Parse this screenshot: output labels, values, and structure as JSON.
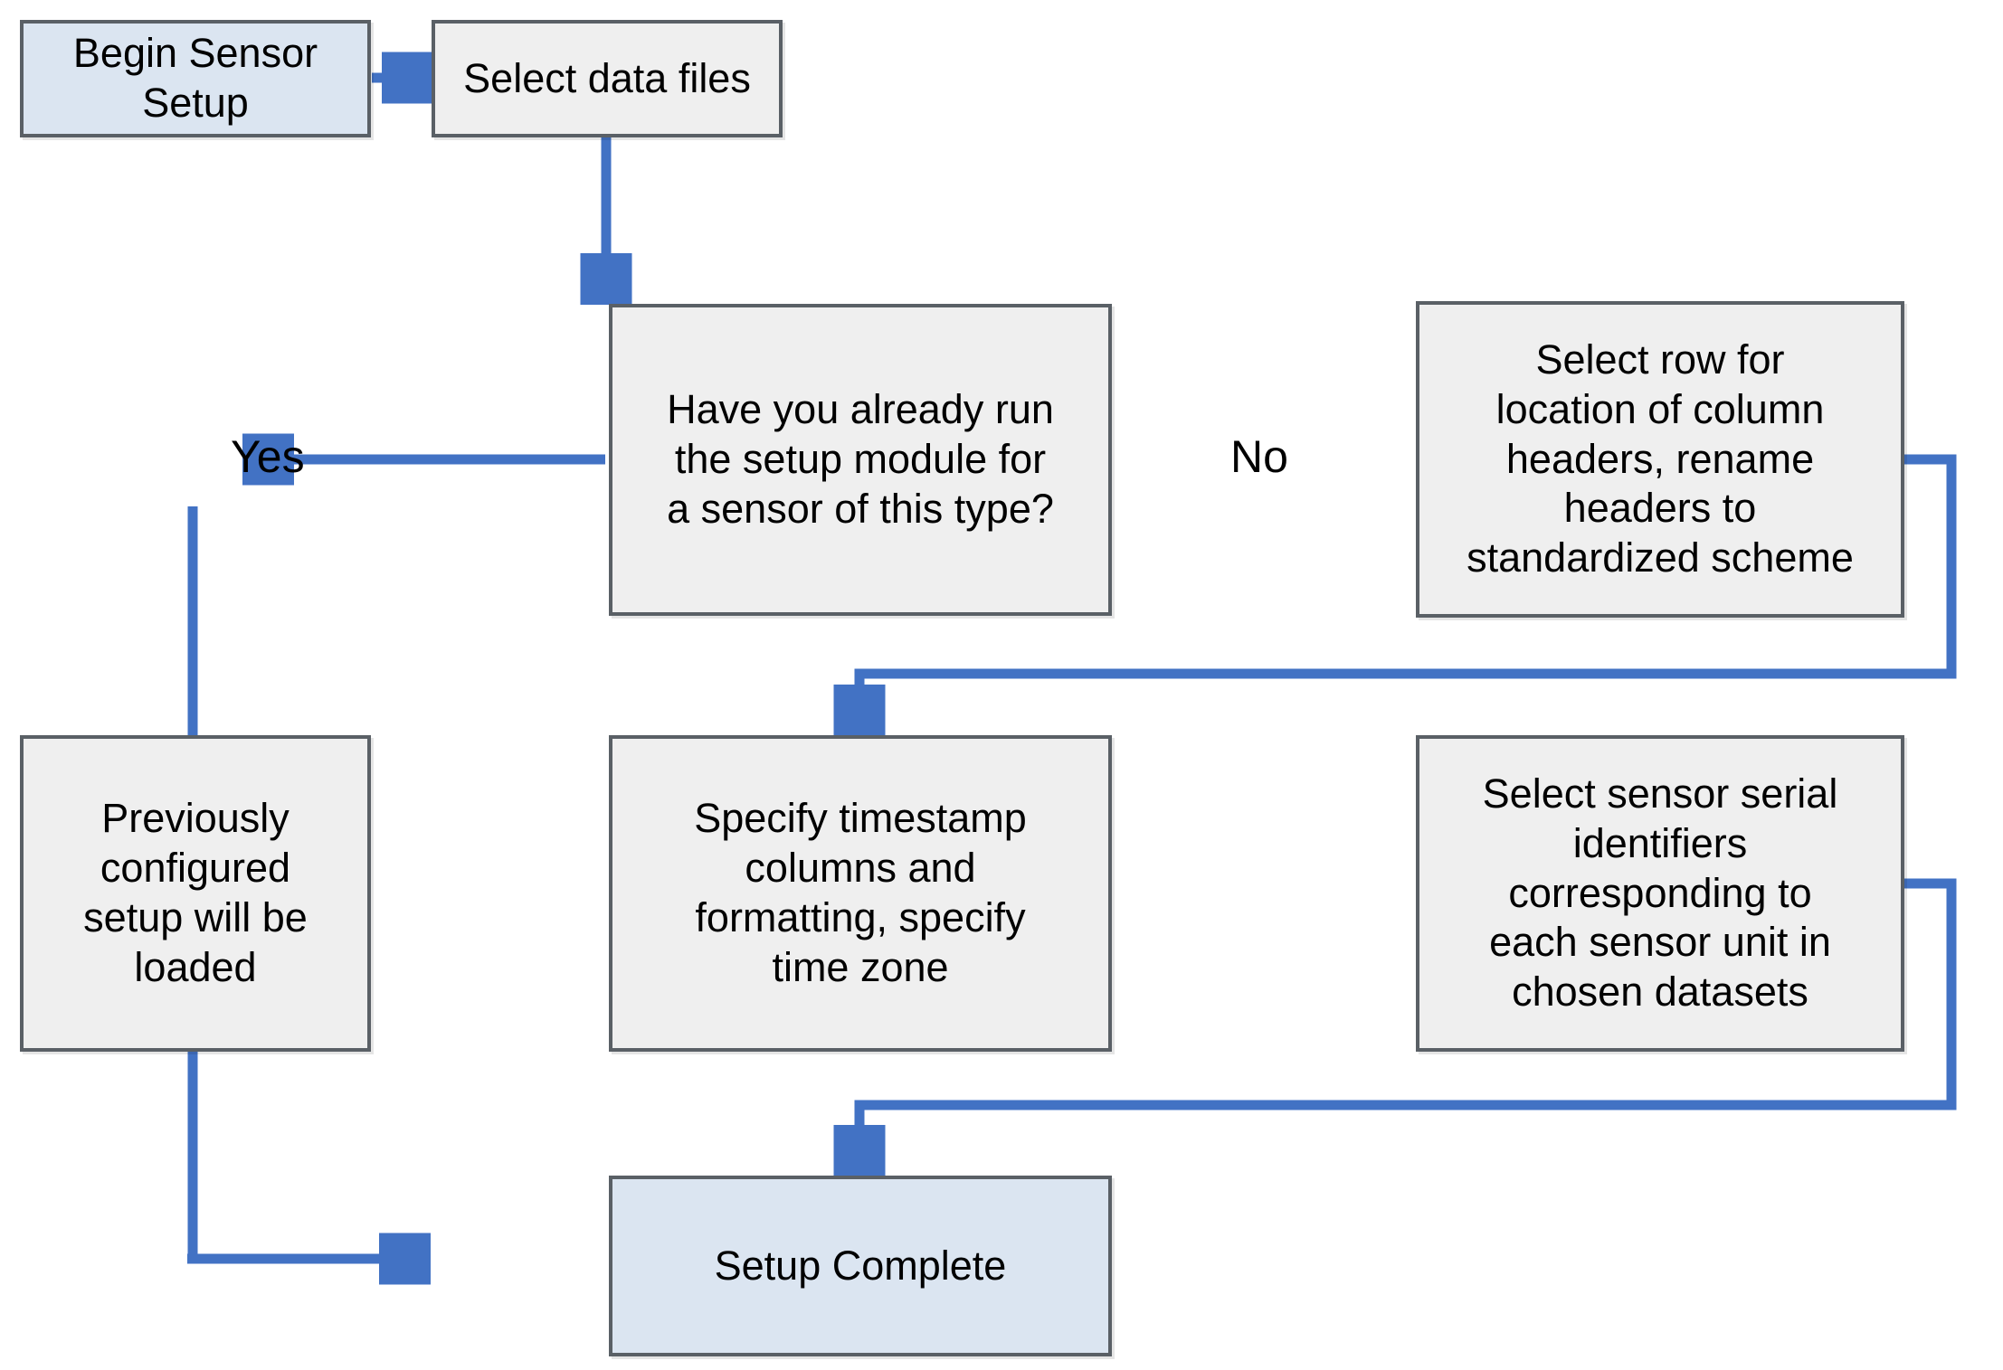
{
  "diagram": {
    "title": "Sensor Setup Module Flowchart",
    "colors": {
      "terminal_fill": "#dbe5f1",
      "process_fill": "#efefef",
      "node_border": "#5a6066",
      "connector": "#4272c4",
      "text": "#000000",
      "background": "#ffffff"
    },
    "nodes": [
      {
        "id": "begin",
        "type": "terminal",
        "label": "Begin Sensor Setup"
      },
      {
        "id": "selectdata",
        "type": "process",
        "label": "Select data files"
      },
      {
        "id": "decision",
        "type": "process",
        "label": "Have you already run\nthe setup module for\na sensor of this type?"
      },
      {
        "id": "headers",
        "type": "process",
        "label": "Select row for\nlocation of column\nheaders, rename\nheaders to\nstandardized scheme"
      },
      {
        "id": "previous",
        "type": "process",
        "label": "Previously configured\nsetup will be loaded"
      },
      {
        "id": "timestamp",
        "type": "process",
        "label": "Specify timestamp\ncolumns and\nformatting, specify\ntime zone"
      },
      {
        "id": "serial",
        "type": "process",
        "label": "Select sensor serial\nidentifiers\ncorresponding to\neach sensor unit in\nchosen datasets"
      },
      {
        "id": "complete",
        "type": "terminal",
        "label": "Setup Complete"
      }
    ],
    "edge_labels": [
      {
        "id": "yes",
        "label": "Yes"
      },
      {
        "id": "no",
        "label": "No"
      }
    ],
    "edges": [
      {
        "from": "begin",
        "to": "selectdata",
        "label": ""
      },
      {
        "from": "selectdata",
        "to": "decision",
        "label": ""
      },
      {
        "from": "decision",
        "to": "previous",
        "label": "Yes"
      },
      {
        "from": "decision",
        "to": "headers",
        "label": "No"
      },
      {
        "from": "headers",
        "to": "timestamp",
        "label": ""
      },
      {
        "from": "timestamp",
        "to": "serial",
        "label": ""
      },
      {
        "from": "serial",
        "to": "complete",
        "label": ""
      },
      {
        "from": "previous",
        "to": "complete",
        "label": ""
      }
    ]
  }
}
